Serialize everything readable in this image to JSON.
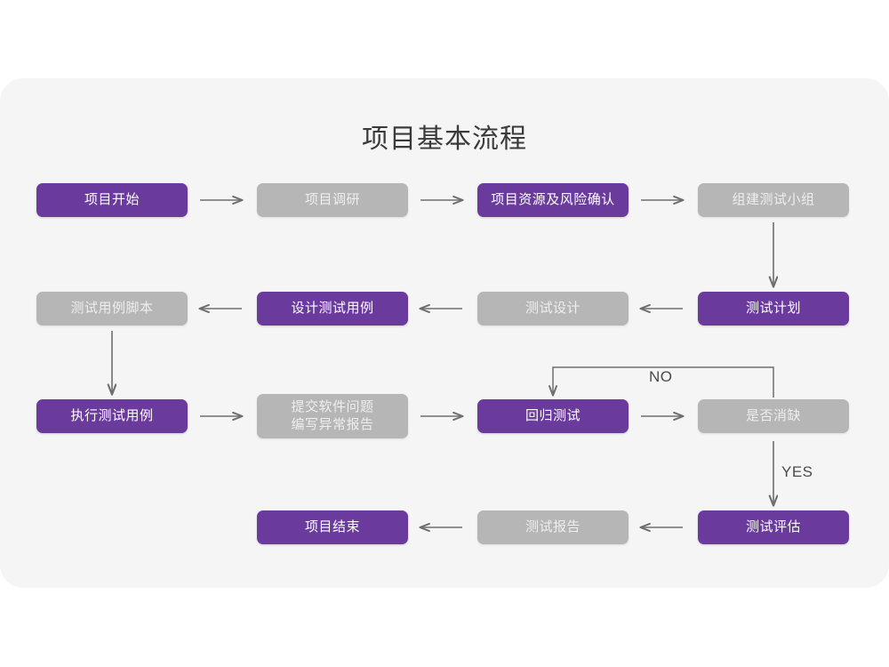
{
  "diagram": {
    "title": "项目基本流程",
    "type": "flowchart",
    "colors": {
      "page_background": "#ffffff",
      "card_background": "#f5f5f5",
      "active_node": "#6a3b9c",
      "inactive_node": "#b6b6b6",
      "arrow": "#6e6e6e",
      "title_text": "#3a3a3a"
    },
    "nodes": [
      {
        "id": "n1",
        "label": "项目开始",
        "style": "purple",
        "row": 1,
        "col": 1
      },
      {
        "id": "n2",
        "label": "项目调研",
        "style": "gray",
        "row": 1,
        "col": 2
      },
      {
        "id": "n3",
        "label": "项目资源及风险确认",
        "style": "purple",
        "row": 1,
        "col": 3
      },
      {
        "id": "n4",
        "label": "组建测试小组",
        "style": "gray",
        "row": 1,
        "col": 4
      },
      {
        "id": "n5",
        "label": "测试计划",
        "style": "purple",
        "row": 2,
        "col": 4
      },
      {
        "id": "n6",
        "label": "测试设计",
        "style": "gray",
        "row": 2,
        "col": 3
      },
      {
        "id": "n7",
        "label": "设计测试用例",
        "style": "purple",
        "row": 2,
        "col": 2
      },
      {
        "id": "n8",
        "label": "测试用例脚本",
        "style": "gray",
        "row": 2,
        "col": 1
      },
      {
        "id": "n9",
        "label": "执行测试用例",
        "style": "purple",
        "row": 3,
        "col": 1
      },
      {
        "id": "n10",
        "label": "提交软件问题\n编写异常报告",
        "style": "gray",
        "row": 3,
        "col": 2
      },
      {
        "id": "n11",
        "label": "回归测试",
        "style": "purple",
        "row": 3,
        "col": 3
      },
      {
        "id": "n12",
        "label": "是否消缺",
        "style": "gray",
        "row": 3,
        "col": 4
      },
      {
        "id": "n13",
        "label": "测试评估",
        "style": "purple",
        "row": 4,
        "col": 4
      },
      {
        "id": "n14",
        "label": "测试报告",
        "style": "gray",
        "row": 4,
        "col": 3
      },
      {
        "id": "n15",
        "label": "项目结束",
        "style": "purple",
        "row": 4,
        "col": 2
      }
    ],
    "edges": [
      {
        "from": "n1",
        "to": "n2",
        "label": "",
        "direction": "right"
      },
      {
        "from": "n2",
        "to": "n3",
        "label": "",
        "direction": "right"
      },
      {
        "from": "n3",
        "to": "n4",
        "label": "",
        "direction": "right"
      },
      {
        "from": "n4",
        "to": "n5",
        "label": "",
        "direction": "down"
      },
      {
        "from": "n5",
        "to": "n6",
        "label": "",
        "direction": "left"
      },
      {
        "from": "n6",
        "to": "n7",
        "label": "",
        "direction": "left"
      },
      {
        "from": "n7",
        "to": "n8",
        "label": "",
        "direction": "left"
      },
      {
        "from": "n8",
        "to": "n9",
        "label": "",
        "direction": "down"
      },
      {
        "from": "n9",
        "to": "n10",
        "label": "",
        "direction": "right"
      },
      {
        "from": "n10",
        "to": "n11",
        "label": "",
        "direction": "right"
      },
      {
        "from": "n11",
        "to": "n12",
        "label": "",
        "direction": "right"
      },
      {
        "from": "n12",
        "to": "n11",
        "label": "NO",
        "direction": "loop-up-left"
      },
      {
        "from": "n12",
        "to": "n13",
        "label": "YES",
        "direction": "down"
      },
      {
        "from": "n13",
        "to": "n14",
        "label": "",
        "direction": "left"
      },
      {
        "from": "n14",
        "to": "n15",
        "label": "",
        "direction": "left"
      }
    ],
    "edge_labels": {
      "no": "NO",
      "yes": "YES"
    }
  }
}
